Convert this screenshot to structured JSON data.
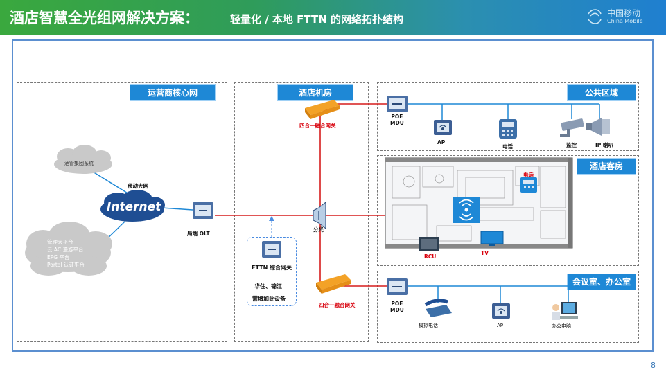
{
  "header": {
    "title": "酒店智慧全光组网解决方案：",
    "subtitle": "轻量化 / 本地 FTTN 的网络拓扑结构",
    "logo_cn": "中国移动",
    "logo_en": "China Mobile"
  },
  "zones": {
    "operator": "运营商核心网",
    "server_room": "酒店机房",
    "public": "公共区域",
    "guest_room": "酒店客房",
    "meeting": "会议室、办公室"
  },
  "cloud": {
    "group_system": "酒管集团系统",
    "platforms": [
      "管理大平台",
      "云 AC 漫游平台",
      "EPG 平台",
      "Portal 认证平台"
    ],
    "internet": "Internet",
    "mobile_net": "移动大网"
  },
  "devices": {
    "olt": "局端 OLT",
    "splitter": "分光",
    "gateway_top": "四合一融合网关",
    "gateway_room": "四合一融合网关",
    "gateway_bottom": "四合一融合网关",
    "fttn_gw": "FTTN 综合网关",
    "fttn_note1": "华住、锦江",
    "fttn_note2": "需增加此设备",
    "poe_top": "POE\nMDU",
    "poe_bottom": "POE\nMDU",
    "ap_public": "AP",
    "phone_public": "电话",
    "monitor": "监控",
    "ip_speaker": "IP 喇叭",
    "room_phone": "电话",
    "rcu": "RCU",
    "tv": "TV",
    "analog_phone": "模拟电话",
    "ap_meeting": "AP",
    "office_pc": "办公电脑"
  },
  "page_number": "8",
  "colors": {
    "red_link": "#d51d1d",
    "blue_link": "#1e88d6",
    "zone_label": "#1e88d6"
  }
}
